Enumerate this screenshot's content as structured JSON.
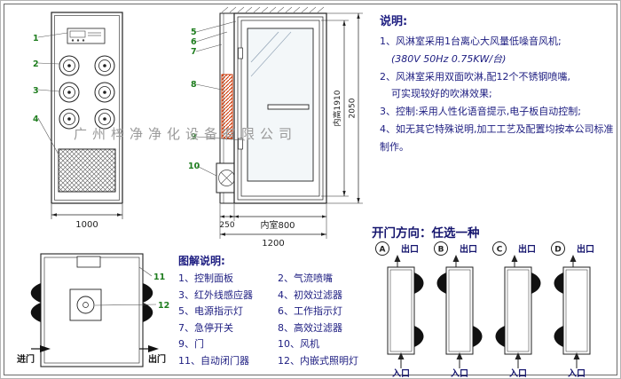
{
  "watermark": "广州梓净净化设备有限公司",
  "notes": {
    "title": "说明:",
    "lines": [
      "1、风淋室采用1台离心大风量低噪音风机;",
      "(380V  50Hz  0.75KW/台)",
      "2、风淋室采用双面吹淋,配12个不锈钢喷嘴,",
      "可实现较好的吹淋效果;",
      "3、控制:采用人性化语音提示,电子板自动控制;",
      "4、如无其它特殊说明,加工工艺及配置均按本公司标准制作。"
    ]
  },
  "door_direction": {
    "title": "开门方向：任选一种",
    "exit_label": "出口",
    "entry_label": "入口",
    "options": [
      "A",
      "B",
      "C",
      "D"
    ]
  },
  "legend": {
    "title": "图解说明:",
    "rows": [
      {
        "left": "1、控制面板",
        "right": "2、气流喷嘴"
      },
      {
        "left": "3、红外线感应器",
        "right": "4、初效过滤器"
      },
      {
        "left": "5、电源指示灯",
        "right": "6、工作指示灯"
      },
      {
        "left": "7、急停开关",
        "right": "8、高效过滤器"
      },
      {
        "left": "9、门",
        "right": "10、风机"
      },
      {
        "left": "11、自动闭门器",
        "right": "12、内嵌式照明灯"
      }
    ]
  },
  "front_view": {
    "callouts": [
      "1",
      "2",
      "3",
      "4"
    ],
    "dim_width": "1000"
  },
  "side_view": {
    "callouts": [
      "5",
      "6",
      "7",
      "8",
      "9",
      "10"
    ],
    "dim_left": "250",
    "dim_inner_width": "内室800",
    "dim_total_width": "1200",
    "dim_inner_height": "内高1910",
    "dim_total_height": "2050"
  },
  "top_view": {
    "callouts": [
      "11",
      "12"
    ],
    "label_enter": "进门",
    "label_exit": "出门"
  },
  "colors": {
    "line": "#222222",
    "text_blue": "#1c1c80",
    "callout_green": "#1e7d1e",
    "filter_red": "#cc3300",
    "watermark_gray": "#9a9a9a"
  }
}
